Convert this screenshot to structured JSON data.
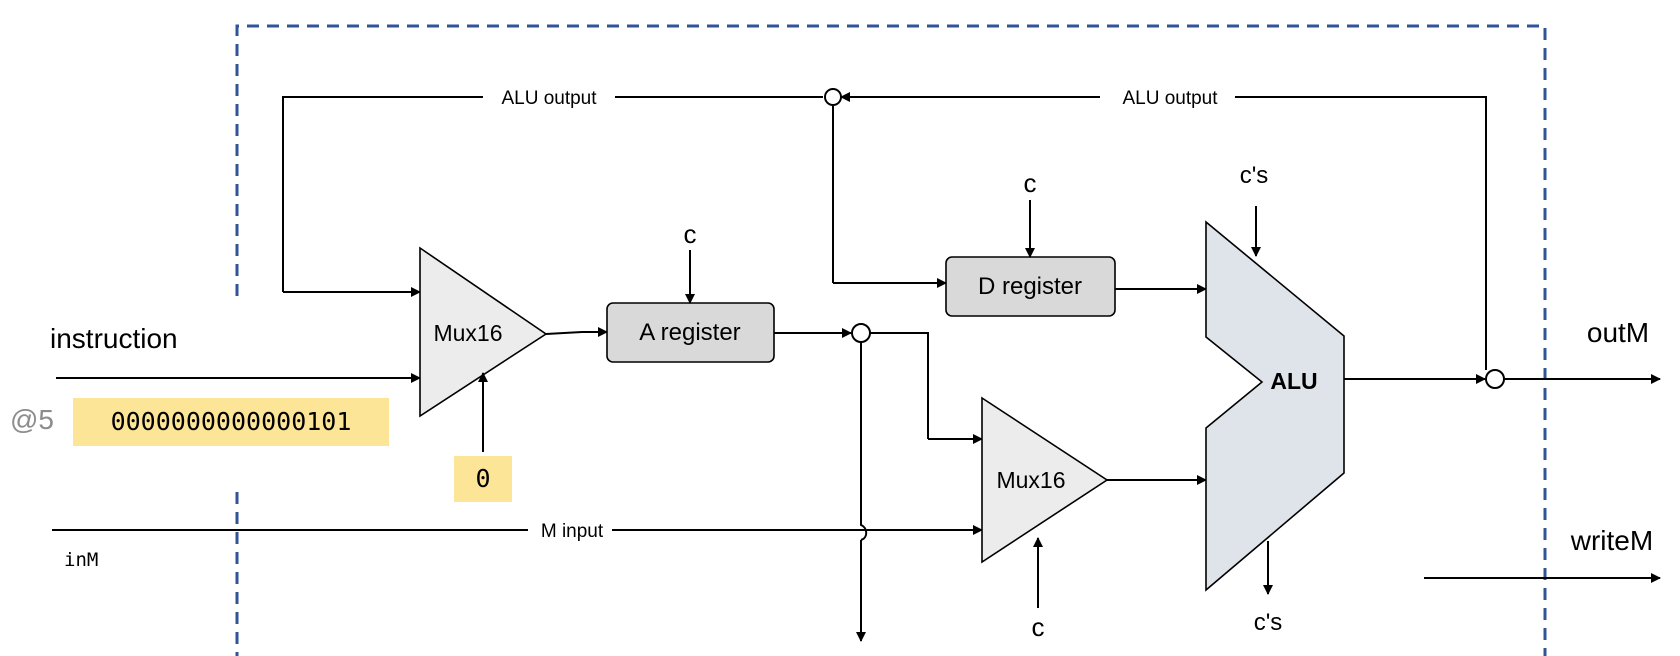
{
  "components": {
    "mux_a": "Mux16",
    "mux_am": "Mux16",
    "a_register": "A register",
    "d_register": "D register",
    "alu": "ALU"
  },
  "wires": {
    "alu_output_left": "ALU output",
    "alu_output_right": "ALU output",
    "m_input": "M input"
  },
  "control": {
    "c_a": "c",
    "c_d": "c",
    "c_mux2": "c",
    "cs_top": "c's",
    "cs_bottom": "c's"
  },
  "io": {
    "instruction": "instruction",
    "inM": "inM",
    "outM": "outM",
    "writeM": "writeM"
  },
  "annotations": {
    "instruction_asm": "@5",
    "instruction_bits": "0000000000000101",
    "mux_select_value": "0"
  },
  "colors": {
    "highlight": "#fde598",
    "boundary": "#2f5597",
    "register_fill": "#d9d9d9",
    "alu_fill": "#dfe3ea"
  }
}
